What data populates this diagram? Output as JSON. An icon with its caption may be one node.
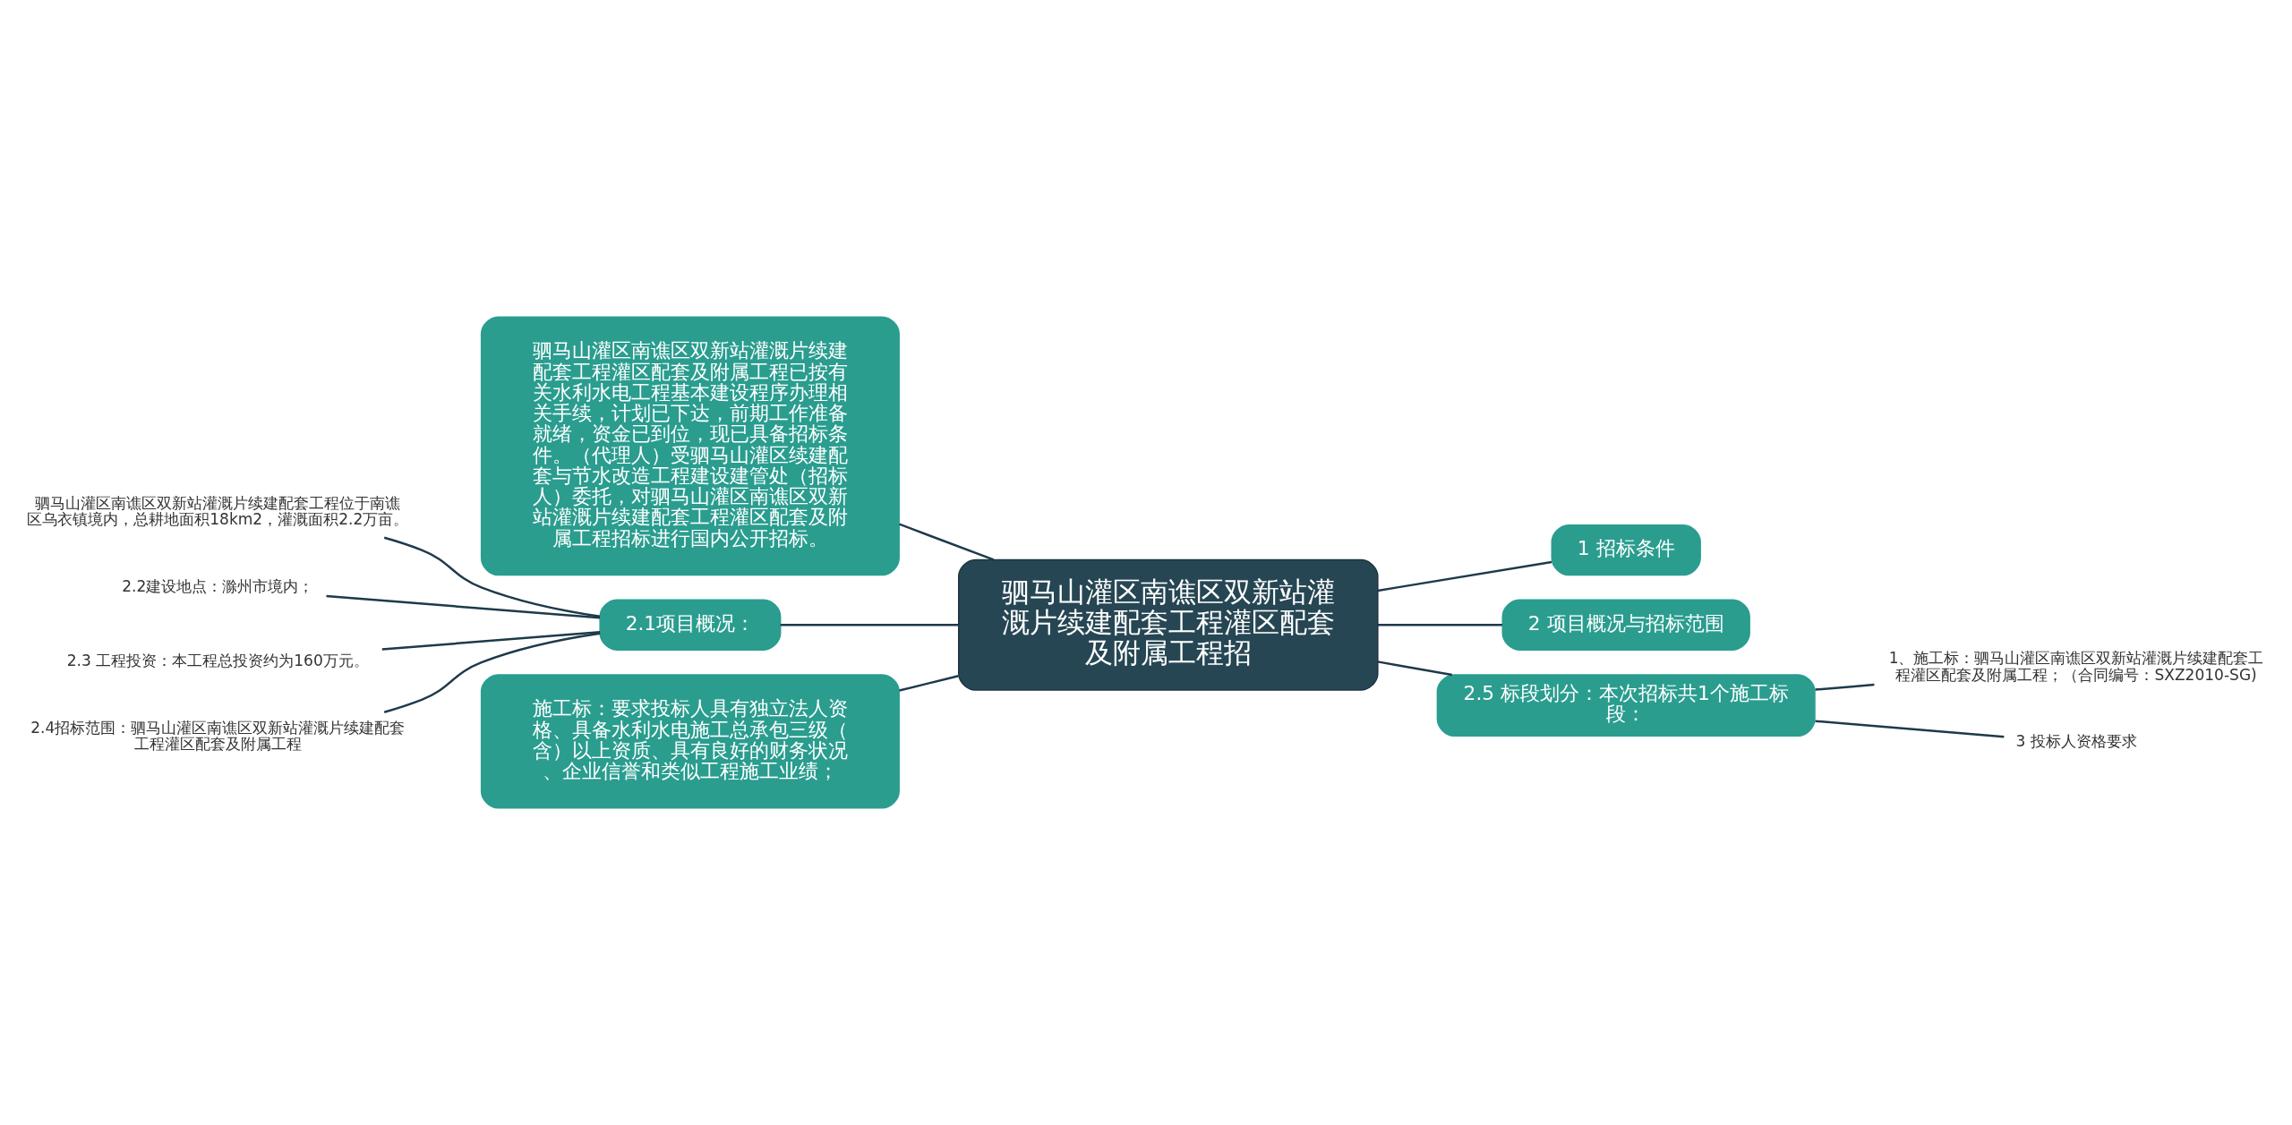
{
  "diagram": {
    "nodes": [
      {
        "text": [
          "驷马山灌区南谯区双新站灌溉片续建配套工程灌区配套及附属工程招"
        ]
      },
      {
        "text": [
          "驷马山灌区南谯区双新站灌溉片续建配套工程灌区配套及附属工程已按有关水利水电工程基本建设程序办理相关手续，计划已下达，前期工作准备就绪，资金已到位，现已具备招标条件。（代理人）受驷马山灌区续建配套与节水改造工程建设建管处（招标人）委托，对驷马山灌区南谯区双新站灌溉片续建配套工程灌区配套及附属工程招标进行国内公开招标。"
        ]
      },
      {
        "text": [
          "1 招标条件"
        ]
      },
      {
        "text": [
          "2 项目概况与招标范围"
        ]
      },
      {
        "text": [
          "2.5 标段划分：本次招标共1个施工标段："
        ]
      },
      {
        "text": [
          "2.1项目概况："
        ]
      },
      {
        "text": [
          "施工标：要求投标人具有独立法人资格、具备水利水电施工总承包三级（含）以上资质、具有良好的财务状况、企业信誉和类似工程施工业绩；"
        ]
      },
      {
        "text": [
          "驷马山灌区南谯区双新站灌溉片续建配套工程位于南谯区乌衣镇境内，总耕地面积18km2，灌溉面积2.2万亩。"
        ]
      },
      {
        "text": [
          "2.2建设地点：滁州市境内；"
        ]
      },
      {
        "text": [
          "2.3 工程投资：本工程总投资约为160万元。"
        ]
      },
      {
        "text": [
          "2.4招标范围：驷马山灌区南谯区双新站灌溉片续建配套工程灌区配套及附属工程"
        ]
      },
      {
        "text": [
          "1、施工标：驷马山灌区南谯区双新站灌溉片续建配套工程灌区配套及附属工程；（合同编号：SXZ2010-SG)"
        ]
      },
      {
        "text": [
          "3 投标人资格要求"
        ]
      }
    ],
    "edges": [
      {
        "from": 0,
        "to": 1,
        "arrow": "none"
      },
      {
        "from": 0,
        "to": 2,
        "arrow": "none"
      },
      {
        "from": 0,
        "to": 3,
        "arrow": "none"
      },
      {
        "from": 0,
        "to": 4,
        "arrow": "none"
      },
      {
        "from": 0,
        "to": 5,
        "arrow": "none"
      },
      {
        "from": 0,
        "to": 6,
        "arrow": "none"
      },
      {
        "from": 5,
        "to": 7,
        "arrow": "none"
      },
      {
        "from": 5,
        "to": 8,
        "arrow": "none"
      },
      {
        "from": 5,
        "to": 9,
        "arrow": "none"
      },
      {
        "from": 5,
        "to": 10,
        "arrow": "none"
      },
      {
        "from": 4,
        "to": 11,
        "arrow": "none"
      },
      {
        "from": 4,
        "to": 12,
        "arrow": "none"
      }
    ]
  }
}
